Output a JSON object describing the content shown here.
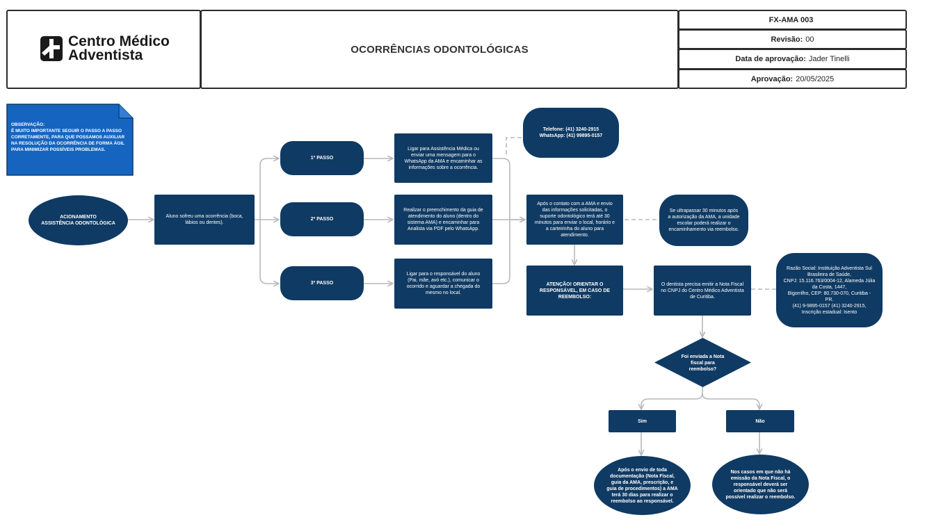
{
  "header": {
    "logo_line1": "Centro Médico",
    "logo_line2": "Adventista",
    "title": "OCORRÊNCIAS ODONTOLÓGICAS",
    "code": "FX-AMA 003",
    "revision_label": "Revisão:",
    "revision_value": "00",
    "approval_date_label": "Data de aprovação:",
    "approval_date_value": "Jader Tinelli",
    "approval_label": "Aprovação:",
    "approval_value": "20/05/2025"
  },
  "note": {
    "title": "OBSERVAÇÃO:",
    "text": "É MUITO IMPORTANTE SEGUIR O PASSO A PASSO CORRETAMENTE, PARA QUE POSSAMOS AUXILIAR NA RESOLUÇÃO DA OCORRÊNCIA DE FORMA ÁGIL PARA MINIMIZAR POSSÍVEIS PROBLEMAS."
  },
  "flow": {
    "start": "ACIONAMENTO\nASSISTÊNCIA ODONTOLÓGICA",
    "event": "Aluno sofreu uma ocorrência (boca, lábios ou dentes).",
    "step1": "1º PASSO",
    "step2": "2º PASSO",
    "step3": "3º PASSO",
    "step1_action": "Ligar para Assistência Médica ou enviar uma mensagem para o WhatsApp da AMA e encaminhar as informações sobre a ocorrência.",
    "step2_action": "Realizar o preenchimento da guia de atendimento do aluno (dentro do sistema AMA) e encaminhar para Analista via PDF pelo WhatsApp.",
    "step3_action": "Ligar para o responsável do aluno (Pai, mãe, avó etc.), comunicar o ocorrido e aguardar a chegada do mesmo no local.",
    "contact": "Telefone: (41) 3240-2915\nWhatsApp: (41) 99895-0157",
    "support": "Após o contato com a AMA e envio das informações solicitadas, o suporte odontológico terá até 30 minutos para enviar o local, horário e a carteirinha do aluno para atendimento.",
    "timeout": "Se ultrapassar 30 minutos após a autorização da AMA, a unidade escolar poderá realizar o encaminhamento via reembolso.",
    "attention": "ATENÇÃO! ORIENTAR O RESPONSÁVEL, EM CASO DE  REEMBOLSO:",
    "invoice": "O dentista precisa emitir a Nota Fiscal no CNPJ do Centro Médico Adventista de Curitiba.",
    "company": "Razão Social: Instituição Adventista Sul Brasileira de Saúde,\nCNPJ: 15.116.763/0004-12, Alameda Júlia da Costa, 1447,\nBigorrilho, CEP: 80.730-070, Curitiba - PR.\n(41) 9-9895-0157 (41) 3240-2915, Inscrição estadual: Isento",
    "decision": "Foi enviada a Nota fiscal para reembolso?",
    "yes": "Sim",
    "no": "Não",
    "yes_result": "Após o envio de toda documentação (Nota Fiscal, guia da AMA, prescrição, e guia de procedimentos) a AMA terá 30 dias para realizar o reembolso ao responsável.",
    "no_result": "Nos casos em que não há emissão da Nota Fiscal, o responsável deverá ser orientado que não será possível realizar o reembolso."
  },
  "colors": {
    "node": "#0f3a63",
    "note": "#1565c0",
    "connector": "#b8b8b8"
  }
}
